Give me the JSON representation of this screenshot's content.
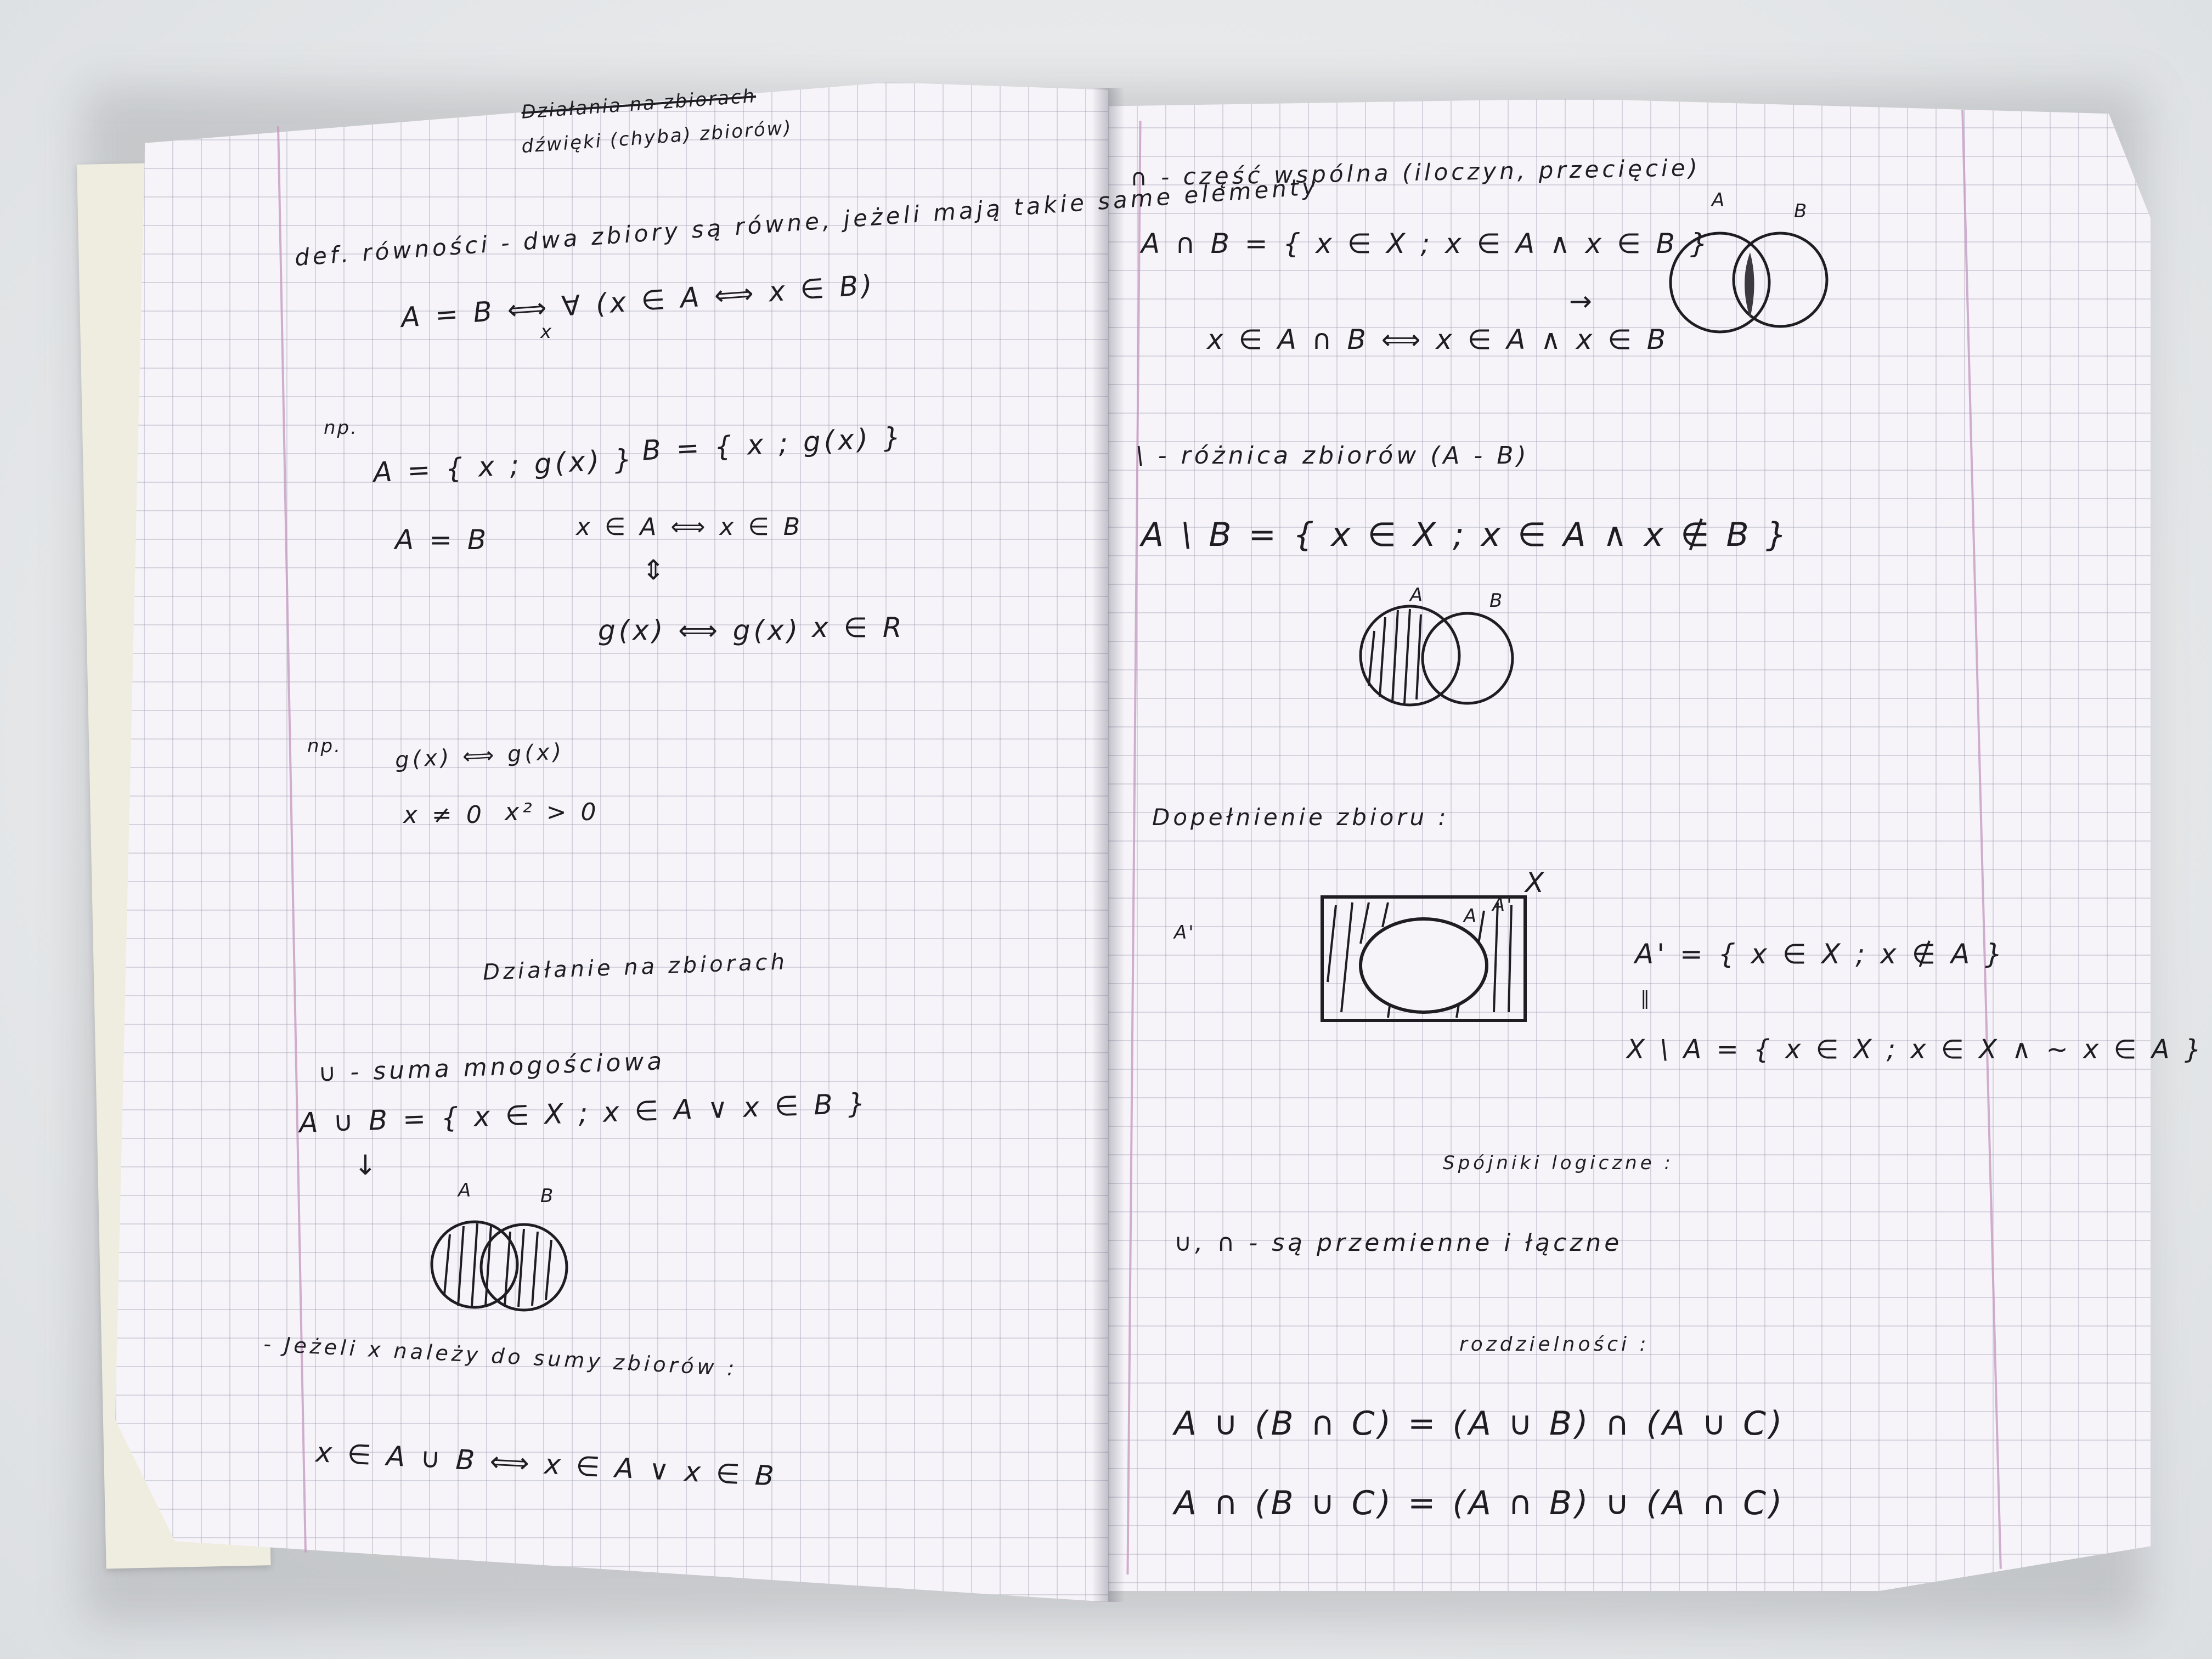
{
  "left_page": {
    "header_struck": "Działania na zbiorach",
    "header": "dźwięki (chyba) zbiorów)",
    "definition": "def. równości - dwa zbiory są równe, jeżeli mają takie same elementy",
    "formula_equality": "A = B ⟺ ∀ (x ∈ A ⟺ x ∈ B)",
    "formula_quantifier_sub": "x",
    "np_label_1": "np.",
    "set_a_def": "A = { x ; g(x) }",
    "set_b_def": "B = { x ; g(x) }",
    "a_equals_b": "A = B",
    "membership_equiv": "x ∈ A ⟺ x ∈ B",
    "updown_arrow": "⇕",
    "g_equiv": "g(x) ⟺ g(x)",
    "x_in_r": "x ∈ R",
    "np_label_2": "np.",
    "example_equiv": "g(x) ⟺ g(x)",
    "x_neq_0": "x ≠ 0",
    "x2_gt_0": "x² > 0",
    "section_title": "Działanie na zbiorach",
    "union_title": "∪ - suma mnogościowa",
    "union_def": "A ∪ B = { x ∈ X ; x ∈ A ∨ x ∈ B }",
    "union_mark": "↓",
    "venn_label_a": "A",
    "venn_label_b": "B",
    "union_note": "- Jeżeli x należy do sumy zbiorów :",
    "union_formula": "x ∈ A ∪ B ⟺ x ∈ A ∨ x ∈ B"
  },
  "right_page": {
    "intersection_title": "∩ - część wspólna (iloczyn, przecięcie)",
    "intersection_def": "A ∩ B = { x ∈ X ; x ∈ A ∧ x ∈ B }",
    "intersection_formula": "x ∈ A ∩ B ⟺ x ∈ A ∧ x ∈ B",
    "arrow_mark": "→",
    "venn1_label_a": "A",
    "venn1_label_b": "B",
    "difference_title": "\\ - różnica zbiorów (A - B)",
    "difference_def": "A \\ B = { x ∈ X ; x ∈ A ∧ x ∉ B }",
    "venn2_label_a": "A",
    "venn2_label_b": "B",
    "complement_title": "Dopełnienie zbioru :",
    "complement_label_left": "A'",
    "complement_box_x": "X",
    "complement_inner_a": "A",
    "complement_inner_aprime": "A'",
    "complement_def": "A' = { x ∈ X ; x ∉ A }",
    "complement_eq_mark": "‖",
    "complement_diff": "X \\ A = { x ∈ X ; x ∈ X ∧ ~ x ∈ A }",
    "connectives_title": "Spójniki logiczne :",
    "connectives_text": "∪, ∩ - są przemienne i łączne",
    "distributivity_title": "rozdzielności :",
    "distributive_1": "A ∪ (B ∩ C) = (A ∪ B) ∩ (A ∪ C)",
    "distributive_2": "A ∩ (B ∪ C) = (A ∩ B) ∪ (A ∩ C)"
  }
}
